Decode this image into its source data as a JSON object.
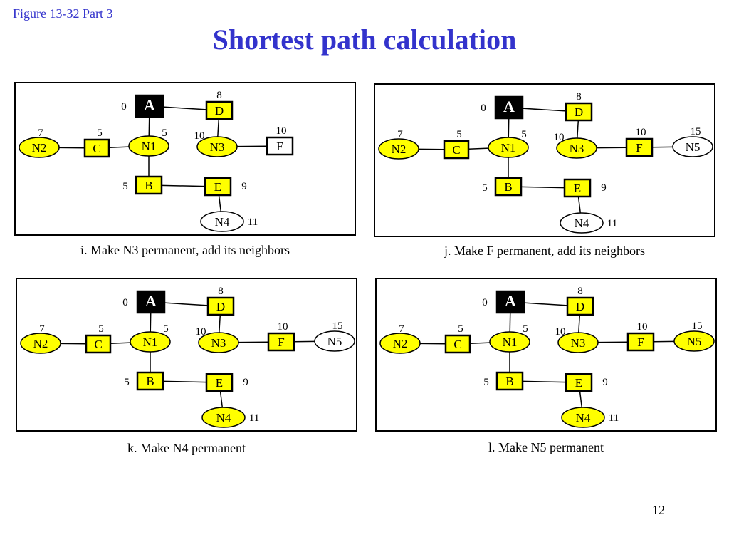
{
  "figure_label": "Figure  13-32 Part 3",
  "title": "Shortest path calculation",
  "page_number": "12",
  "colors": {
    "title": "#3333cc",
    "permanent": "#ffff00",
    "source": "#000000",
    "tentative": "#ffffff"
  },
  "panels": [
    {
      "caption": "i. Make N3 permanent, add its neighbors",
      "nodes": {
        "A": {
          "label": "A",
          "state": "source",
          "distance": "0"
        },
        "D": {
          "label": "D",
          "state": "permanent",
          "distance": "8"
        },
        "N2": {
          "label": "N2",
          "state": "permanent",
          "distance": "7"
        },
        "C": {
          "label": "C",
          "state": "permanent",
          "distance": "5"
        },
        "N1": {
          "label": "N1",
          "state": "permanent",
          "distance": "5"
        },
        "N3": {
          "label": "N3",
          "state": "permanent",
          "distance": "10"
        },
        "F": {
          "label": "F",
          "state": "tentative",
          "distance": "10"
        },
        "B": {
          "label": "B",
          "state": "permanent",
          "distance": "5"
        },
        "E": {
          "label": "E",
          "state": "permanent",
          "distance": "9"
        },
        "N4": {
          "label": "N4",
          "state": "tentative",
          "distance": "11"
        }
      }
    },
    {
      "caption": "j. Make F permanent, add its neighbors",
      "nodes": {
        "A": {
          "label": "A",
          "state": "source",
          "distance": "0"
        },
        "D": {
          "label": "D",
          "state": "permanent",
          "distance": "8"
        },
        "N2": {
          "label": "N2",
          "state": "permanent",
          "distance": "7"
        },
        "C": {
          "label": "C",
          "state": "permanent",
          "distance": "5"
        },
        "N1": {
          "label": "N1",
          "state": "permanent",
          "distance": "5"
        },
        "N3": {
          "label": "N3",
          "state": "permanent",
          "distance": "10"
        },
        "F": {
          "label": "F",
          "state": "permanent",
          "distance": "10"
        },
        "N5": {
          "label": "N5",
          "state": "tentative",
          "distance": "15"
        },
        "B": {
          "label": "B",
          "state": "permanent",
          "distance": "5"
        },
        "E": {
          "label": "E",
          "state": "permanent",
          "distance": "9"
        },
        "N4": {
          "label": "N4",
          "state": "tentative",
          "distance": "11"
        }
      }
    },
    {
      "caption": "k. Make N4 permanent",
      "nodes": {
        "A": {
          "label": "A",
          "state": "source",
          "distance": "0"
        },
        "D": {
          "label": "D",
          "state": "permanent",
          "distance": "8"
        },
        "N2": {
          "label": "N2",
          "state": "permanent",
          "distance": "7"
        },
        "C": {
          "label": "C",
          "state": "permanent",
          "distance": "5"
        },
        "N1": {
          "label": "N1",
          "state": "permanent",
          "distance": "5"
        },
        "N3": {
          "label": "N3",
          "state": "permanent",
          "distance": "10"
        },
        "F": {
          "label": "F",
          "state": "permanent",
          "distance": "10"
        },
        "N5": {
          "label": "N5",
          "state": "tentative",
          "distance": "15"
        },
        "B": {
          "label": "B",
          "state": "permanent",
          "distance": "5"
        },
        "E": {
          "label": "E",
          "state": "permanent",
          "distance": "9"
        },
        "N4": {
          "label": "N4",
          "state": "permanent",
          "distance": "11"
        }
      }
    },
    {
      "caption": "l. Make N5 permanent",
      "nodes": {
        "A": {
          "label": "A",
          "state": "source",
          "distance": "0"
        },
        "D": {
          "label": "D",
          "state": "permanent",
          "distance": "8"
        },
        "N2": {
          "label": "N2",
          "state": "permanent",
          "distance": "7"
        },
        "C": {
          "label": "C",
          "state": "permanent",
          "distance": "5"
        },
        "N1": {
          "label": "N1",
          "state": "permanent",
          "distance": "5"
        },
        "N3": {
          "label": "N3",
          "state": "permanent",
          "distance": "10"
        },
        "F": {
          "label": "F",
          "state": "permanent",
          "distance": "10"
        },
        "N5": {
          "label": "N5",
          "state": "permanent",
          "distance": "15"
        },
        "B": {
          "label": "B",
          "state": "permanent",
          "distance": "5"
        },
        "E": {
          "label": "E",
          "state": "permanent",
          "distance": "9"
        },
        "N4": {
          "label": "N4",
          "state": "permanent",
          "distance": "11"
        }
      }
    }
  ]
}
